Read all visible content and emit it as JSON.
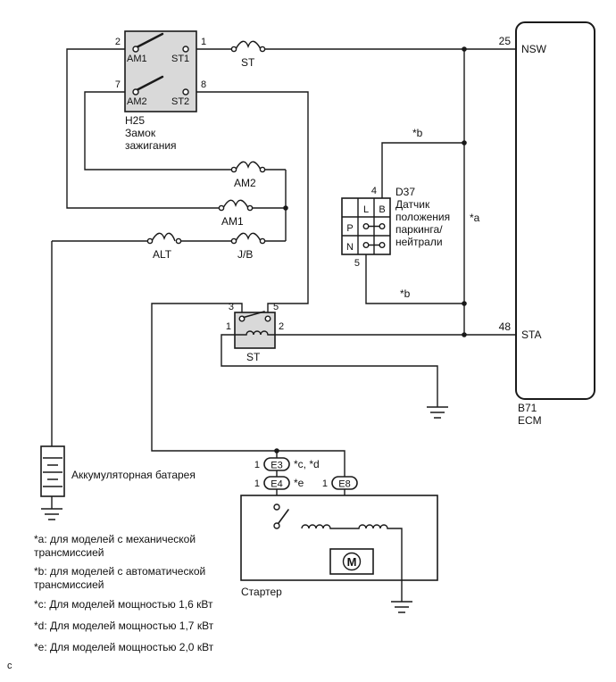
{
  "ignition": {
    "pin_top_left": "2",
    "pin_top_right": "1",
    "pin_bottom_left": "7",
    "pin_bottom_right": "8",
    "terminal_am1": "AM1",
    "terminal_st1": "ST1",
    "terminal_am2": "AM2",
    "terminal_st2": "ST2",
    "code": "H25",
    "name1": "Замок",
    "name2": "зажигания"
  },
  "fuses": {
    "st": "ST",
    "am2": "AM2",
    "am1": "AM1",
    "alt": "ALT",
    "jb": "J/B"
  },
  "ecm": {
    "pin_nsw": "25",
    "nsw": "NSW",
    "pin_sta": "48",
    "sta": "STA",
    "code": "B71",
    "name": "ECM"
  },
  "pnp": {
    "pin_top": "4",
    "pin_bottom": "5",
    "col1": "L",
    "col2": "B",
    "row1": "P",
    "row2": "N",
    "code": "D37",
    "desc1": "Датчик",
    "desc2": "положения",
    "desc3": "паркинга/",
    "desc4": "нейтрали"
  },
  "relay": {
    "pin_contact_left": "3",
    "pin_contact_right": "5",
    "pin_coil_left": "1",
    "pin_coil_right": "2",
    "label": "ST"
  },
  "battery": {
    "label": "Аккумуляторная батарея"
  },
  "starter": {
    "label": "Стартер",
    "motor_letter": "M"
  },
  "connectors": {
    "e3_pin": "1",
    "e3": "E3",
    "e3_note": "*c, *d",
    "e4_pin": "1",
    "e4": "E4",
    "e4_note": "*e",
    "e8_pin": "1",
    "e8": "E8"
  },
  "marks": {
    "a": "*a",
    "b_top": "*b",
    "b_bottom": "*b"
  },
  "notes": {
    "a_line1": "*a: для моделей с механической",
    "a_line2": "трансмиссией",
    "b_line1": "*b: для моделей с автоматической",
    "b_line2": "трансмиссией",
    "c_line": "*c: Для моделей мощностью 1,6 кВт",
    "d_line": "*d: Для моделей мощностью 1,7 кВт",
    "e_line": "*e: Для моделей мощностью 2,0 кВт"
  },
  "footer": {
    "mark": "c"
  }
}
